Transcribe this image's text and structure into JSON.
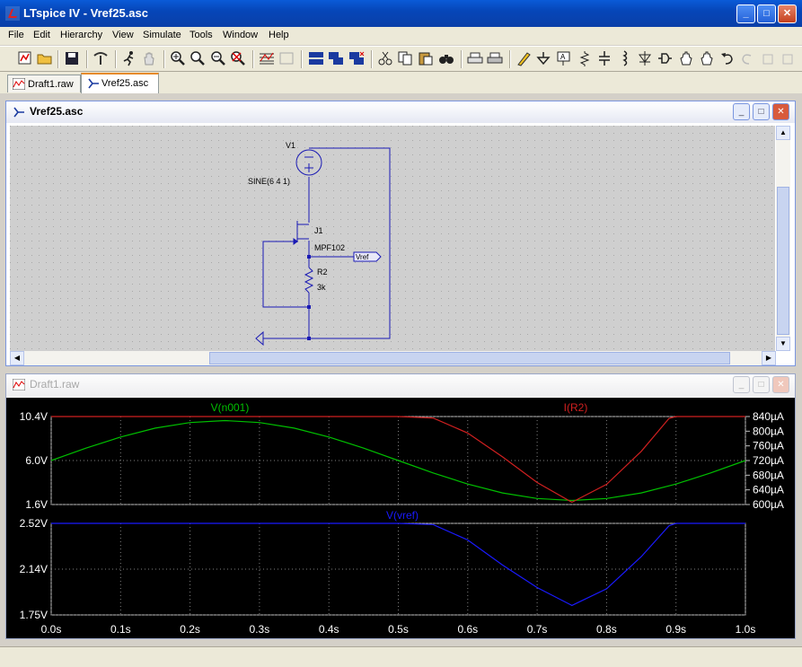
{
  "window": {
    "title": "LTspice IV - Vref25.asc"
  },
  "menu": [
    "File",
    "Edit",
    "Hierarchy",
    "View",
    "Simulate",
    "Tools",
    "Window",
    "Help"
  ],
  "tabs": [
    {
      "label": "Draft1.raw",
      "active": false
    },
    {
      "label": "Vref25.asc",
      "active": true
    }
  ],
  "schematic": {
    "title": "Vref25.asc",
    "v1": {
      "name": "V1",
      "value": "SINE(6 4 1)"
    },
    "j1": {
      "name": "J1",
      "model": "MPF102"
    },
    "r2": {
      "name": "R2",
      "value": "3k"
    },
    "net_label": "Vref"
  },
  "waveform": {
    "title": "Draft1.raw",
    "colors": {
      "vn001": "#00c000",
      "ir2": "#d02020",
      "vref": "#1a1aff",
      "axis": "#c0c0c0"
    }
  },
  "chart_data": [
    {
      "type": "line",
      "title": "",
      "series": [
        {
          "name": "V(n001)",
          "color": "#00c000",
          "axis": "left",
          "x": [
            0.0,
            0.05,
            0.1,
            0.15,
            0.2,
            0.25,
            0.3,
            0.35,
            0.4,
            0.45,
            0.5,
            0.55,
            0.6,
            0.65,
            0.7,
            0.75,
            0.8,
            0.85,
            0.9,
            0.95,
            1.0
          ],
          "y": [
            6.0,
            7.24,
            8.35,
            9.24,
            9.8,
            10.0,
            9.8,
            9.24,
            8.35,
            7.24,
            6.0,
            4.76,
            3.65,
            2.76,
            2.2,
            2.0,
            2.2,
            2.76,
            3.65,
            4.76,
            6.0
          ]
        },
        {
          "name": "I(R2)",
          "color": "#d02020",
          "axis": "right",
          "x": [
            0.0,
            0.05,
            0.1,
            0.15,
            0.2,
            0.25,
            0.3,
            0.35,
            0.4,
            0.45,
            0.5,
            0.55,
            0.6,
            0.65,
            0.7,
            0.75,
            0.8,
            0.85,
            0.89,
            0.9,
            0.95,
            1.0
          ],
          "y": [
            840,
            840,
            840,
            840,
            840,
            840,
            840,
            840,
            840,
            840,
            840,
            836,
            795,
            730,
            660,
            606,
            655,
            745,
            835,
            840,
            840,
            840
          ]
        }
      ],
      "left_axis": {
        "ticks": [
          "10.4V",
          "6.0V",
          "1.6V"
        ],
        "range": [
          1.6,
          10.4
        ]
      },
      "right_axis": {
        "ticks": [
          "840µA",
          "800µA",
          "760µA",
          "720µA",
          "680µA",
          "640µA",
          "600µA"
        ],
        "range": [
          600,
          840
        ]
      },
      "xlim": [
        0,
        1.0
      ]
    },
    {
      "type": "line",
      "title": "",
      "series": [
        {
          "name": "V(vref)",
          "color": "#1a1aff",
          "axis": "left",
          "x": [
            0.0,
            0.05,
            0.1,
            0.15,
            0.2,
            0.25,
            0.3,
            0.35,
            0.4,
            0.45,
            0.5,
            0.55,
            0.6,
            0.65,
            0.7,
            0.75,
            0.8,
            0.85,
            0.89,
            0.9,
            0.95,
            1.0
          ],
          "y": [
            2.52,
            2.52,
            2.52,
            2.52,
            2.52,
            2.52,
            2.52,
            2.52,
            2.52,
            2.52,
            2.52,
            2.51,
            2.38,
            2.17,
            1.98,
            1.83,
            1.97,
            2.24,
            2.5,
            2.52,
            2.52,
            2.52
          ]
        }
      ],
      "left_axis": {
        "ticks": [
          "2.52V",
          "2.14V",
          "1.75V"
        ],
        "range": [
          1.75,
          2.52
        ]
      },
      "x_ticks": [
        "0.0s",
        "0.1s",
        "0.2s",
        "0.3s",
        "0.4s",
        "0.5s",
        "0.6s",
        "0.7s",
        "0.8s",
        "0.9s",
        "1.0s"
      ],
      "xlim": [
        0,
        1.0
      ]
    }
  ]
}
